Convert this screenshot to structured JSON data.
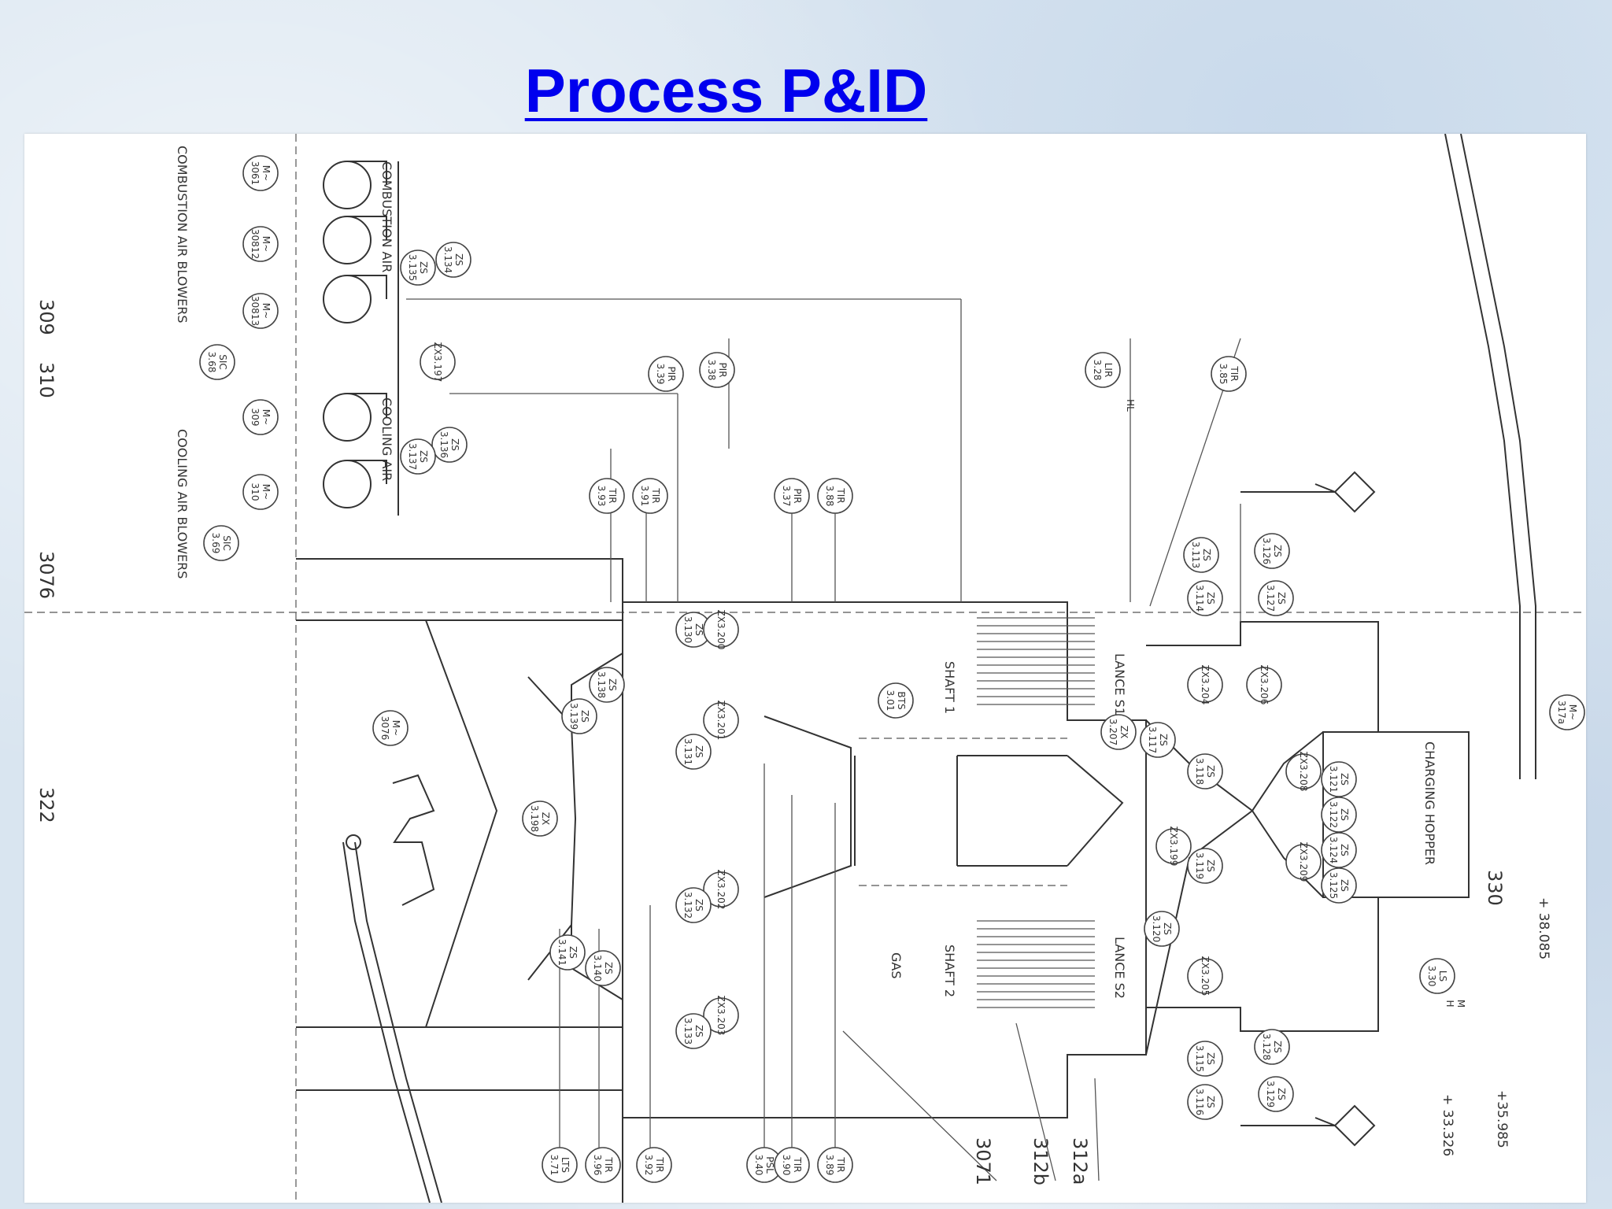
{
  "title": "Process P&ID",
  "drawing": {
    "section_labels": {
      "combustion_air": "COMBUSTION AIR",
      "combustion_air_blowers": "COMBUSTION AIR BLOWERS",
      "cooling_air": "COOLING AIR",
      "cooling_air_blowers": "COOLING AIR BLOWERS",
      "charging_hopper": "CHARGING HOPPER",
      "shaft1": "SHAFT 1",
      "shaft2": "SHAFT 2",
      "lance_s1": "LANCE S1",
      "lance_s2": "LANCE S2",
      "gas": "GAS"
    },
    "area_numbers": {
      "a309": "309",
      "a310": "310",
      "a3076": "3076",
      "a322": "322",
      "a330": "330",
      "a3071": "3071",
      "a312b": "312b",
      "a312a": "312a"
    },
    "elevations": {
      "e38085": "+ 38.085",
      "e35985": "+35.985",
      "e33326": "+ 33.326"
    },
    "instruments": {
      "m3061": "M~ 3061",
      "m30812": "M~ 30812",
      "m30813": "M~ 30813",
      "m309": "M~ 309",
      "m310": "M~ 310",
      "m3076": "M~ 3076",
      "m317a": "M~ 317a",
      "sic368": "SIC 3.68",
      "sic369": "SIC 3.69",
      "zs3134": "ZS 3.134",
      "zs3135": "ZS 3.135",
      "zx3197": "ZX3.197",
      "zs3136": "ZS 3.136",
      "zs3137": "ZS 3.137",
      "pir338": "PIR 3.38",
      "pir339": "PIR 3.39",
      "tir393": "TIR 3.93",
      "tir391": "TIR 3.91",
      "pir337": "PIR 3.37",
      "tir388": "TIR 3.88",
      "lir328": "LIR 3.28",
      "hl": "HL",
      "tir385": "TIR 3.85",
      "zs3113": "ZS 3.113",
      "zs3114": "ZS 3.114",
      "zs3126": "ZS 3.126",
      "zs3127": "ZS 3.127",
      "zs3130": "ZS 3.130",
      "zx3200": "ZX3.200",
      "zs3138": "ZS 3.138",
      "zs3139": "ZS 3.139",
      "zx3201": "ZX3.201",
      "zs3131": "ZS 3.131",
      "bts301": "BTS 3.01",
      "zx3206": "ZX3.206",
      "zx3204": "ZX3.204",
      "zx3207": "ZX 3.207",
      "zs3117": "ZS 3.117",
      "zs3118": "ZS 3.118",
      "zx3198": "ZX 3.198",
      "zx3199": "ZX3.199",
      "zx3208": "ZX3.208",
      "zs3121": "ZS 3.121",
      "zs3122": "ZS 3.122",
      "zs3124": "ZS 3.124",
      "zs3125": "ZS 3.125",
      "zx3209": "ZX3.209",
      "zs3119": "ZS 3.119",
      "zs3120": "ZS 3.120",
      "zx3202": "ZX3.202",
      "zs3132": "ZS 3.132",
      "zs3140": "ZS 3.140",
      "zs3141": "ZS 3.141",
      "zx3203": "ZX3.203",
      "zs3133": "ZS 3.133",
      "zx3205": "ZX3.205",
      "zs3128": "ZS 3.128",
      "zs3129": "ZS 3.129",
      "zs3115": "ZS 3.115",
      "zs3116": "ZS 3.116",
      "ls330": "LS 3.30",
      "mh": "M H",
      "lts371": "LTS 3.71",
      "tir396": "TIR 3.96",
      "tir392": "TIR 3.92",
      "psl340": "PSL 3.40",
      "tir390": "TIR 3.90",
      "tir389": "TIR 3.89"
    }
  }
}
